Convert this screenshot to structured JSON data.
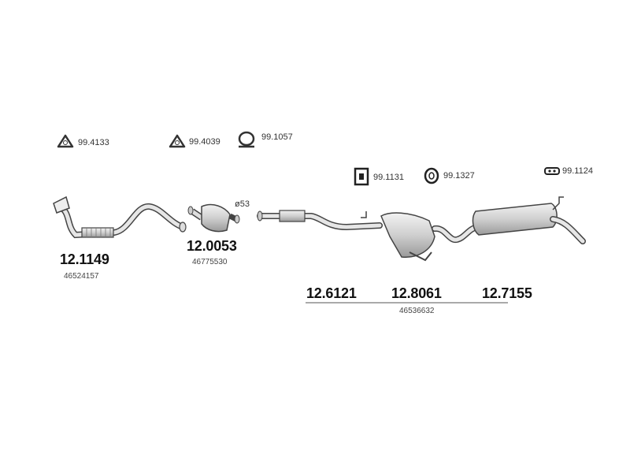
{
  "hardware": [
    {
      "id": "gasket_a",
      "code": "99.4133",
      "icon": "triangle-gasket-icon"
    },
    {
      "id": "gasket_b",
      "code": "99.4039",
      "icon": "triangle-gasket-icon"
    },
    {
      "id": "clamp",
      "code": "99.1057",
      "icon": "pipe-clamp-icon"
    },
    {
      "id": "hanger_a",
      "code": "99.1131",
      "icon": "rubber-hanger-icon"
    },
    {
      "id": "hanger_b",
      "code": "99.1327",
      "icon": "rubber-ring-icon"
    },
    {
      "id": "hanger_c",
      "code": "99.1124",
      "icon": "mount-block-icon"
    }
  ],
  "parts": [
    {
      "id": "front_pipe",
      "number": "12.1149",
      "oe": "46524157"
    },
    {
      "id": "catalyst",
      "number": "12.0053",
      "oe": "46775530",
      "dimension": "ø53"
    },
    {
      "id": "middle_pipe",
      "number": "12.6121"
    },
    {
      "id": "centre_silencer",
      "number": "12.8061"
    },
    {
      "id": "rear_silencer",
      "number": "12.7155"
    }
  ],
  "assembly_oe": "46536632",
  "colors": {
    "line": "#444444",
    "fill": "#d9d9d9",
    "shade": "#b5b5b5",
    "text": "#111111"
  }
}
